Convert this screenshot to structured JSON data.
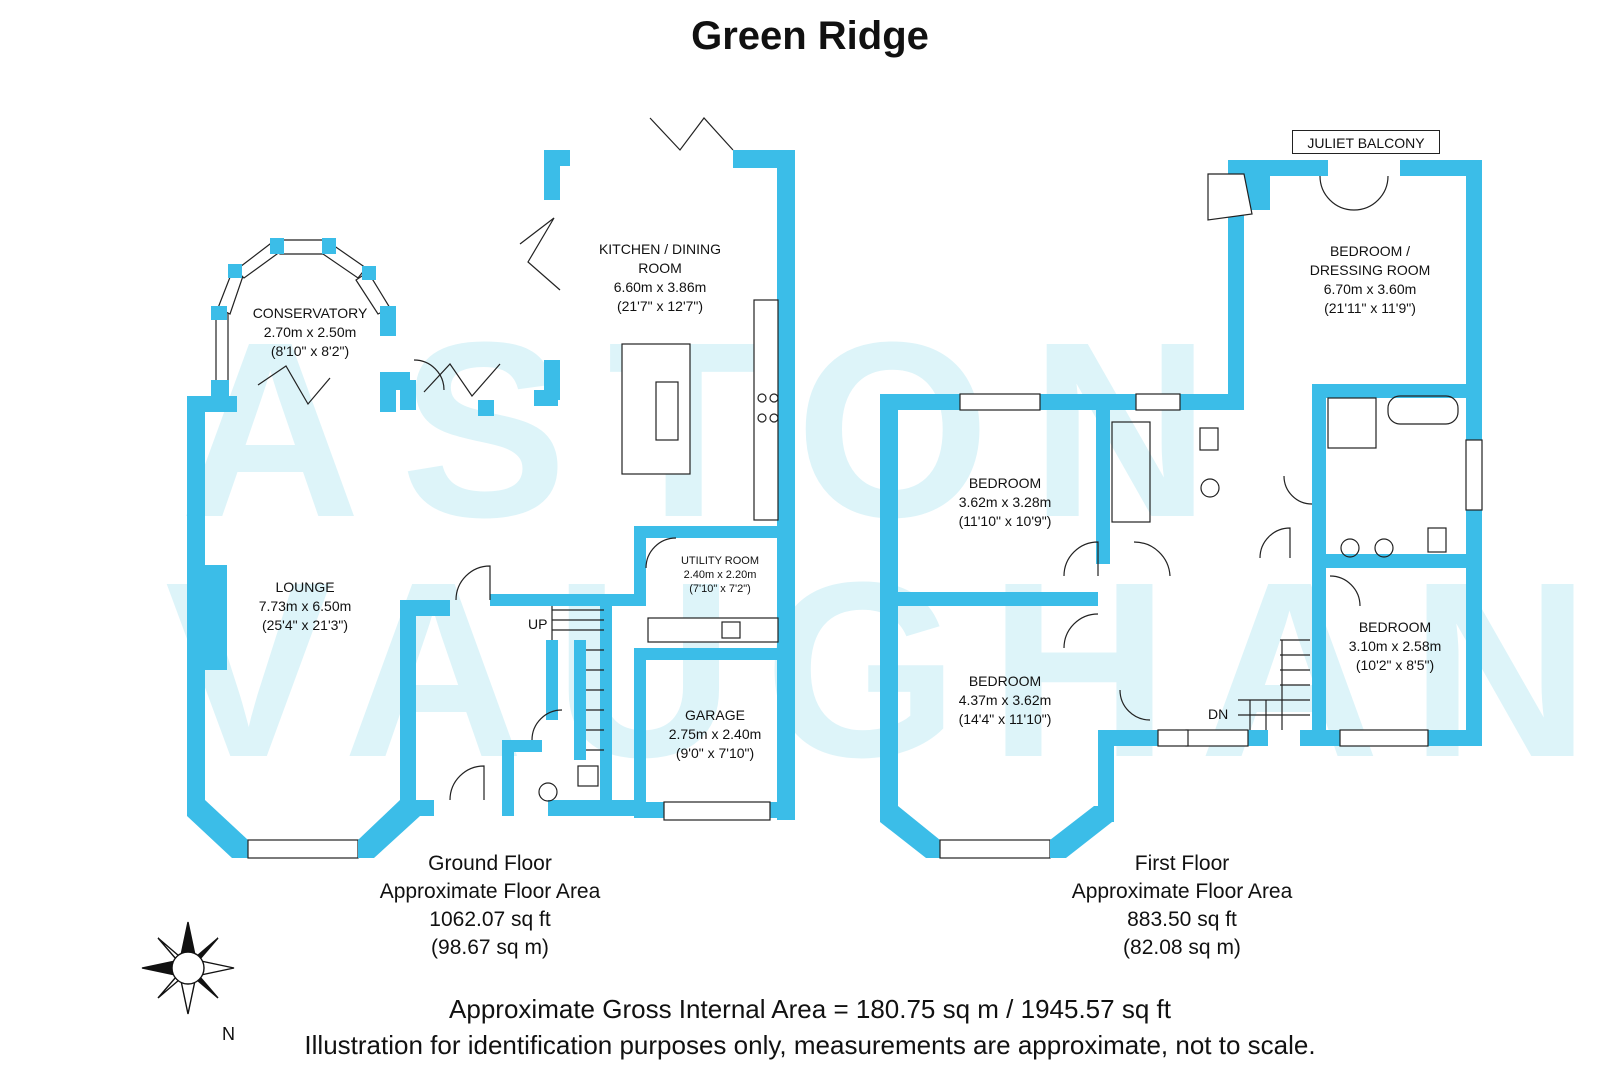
{
  "title": "Green Ridge",
  "watermark": {
    "line1": "ASTON",
    "line2": "VAUGHAN"
  },
  "colors": {
    "wall": "#3bbde8",
    "line": "#222222",
    "watermark": "#9fe0ee"
  },
  "rooms": {
    "kitchen": {
      "name_l1": "KITCHEN / DINING",
      "name_l2": "ROOM",
      "metric": "6.60m x 3.86m",
      "imperial": "(21'7\" x 12'7\")"
    },
    "conservatory": {
      "name": "CONSERVATORY",
      "metric": "2.70m x 2.50m",
      "imperial": "(8'10\" x 8'2\")"
    },
    "lounge": {
      "name": "LOUNGE",
      "metric": "7.73m x 6.50m",
      "imperial": "(25'4\" x 21'3\")"
    },
    "utility": {
      "name": "UTILITY ROOM",
      "metric": "2.40m x 2.20m",
      "imperial": "(7'10\" x 7'2\")"
    },
    "garage": {
      "name": "GARAGE",
      "metric": "2.75m x 2.40m",
      "imperial": "(9'0\" x 7'10\")"
    },
    "bedroom_dressing": {
      "name_l1": "BEDROOM /",
      "name_l2": "DRESSING ROOM",
      "metric": "6.70m x 3.60m",
      "imperial": "(21'11\" x 11'9\")"
    },
    "bedroom_1": {
      "name": "BEDROOM",
      "metric": "3.62m x 3.28m",
      "imperial": "(11'10\" x 10'9\")"
    },
    "bedroom_2": {
      "name": "BEDROOM",
      "metric": "4.37m x 3.62m",
      "imperial": "(14'4\" x 11'10\")"
    },
    "bedroom_3": {
      "name": "BEDROOM",
      "metric": "3.10m x 2.58m",
      "imperial": "(10'2\" x 8'5\")"
    }
  },
  "labels": {
    "up": "UP",
    "down": "DN",
    "juliet_balcony": "JULIET BALCONY",
    "north": "N"
  },
  "ground_floor": {
    "name": "Ground Floor",
    "caption": "Approximate Floor Area",
    "sqft": "1062.07 sq ft",
    "sqm": "(98.67 sq m)"
  },
  "first_floor": {
    "name": "First Floor",
    "caption": "Approximate Floor Area",
    "sqft": "883.50 sq ft",
    "sqm": "(82.08 sq m)"
  },
  "footer": {
    "gross_area": "Approximate Gross Internal Area = 180.75 sq m / 1945.57 sq ft",
    "disclaimer": "Illustration for identification purposes only, measurements are approximate, not to scale."
  }
}
